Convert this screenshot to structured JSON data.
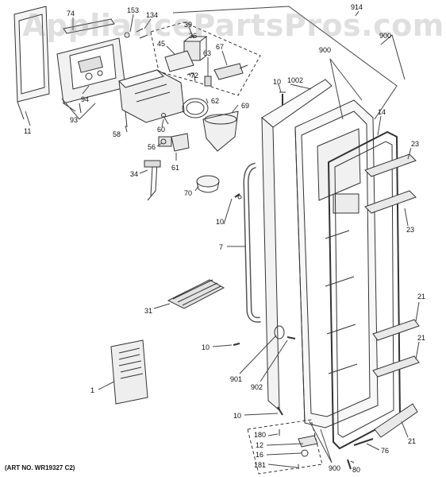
{
  "watermark": {
    "text": "AppliancePartsPros.com"
  },
  "art_number": "(ART NO. WR19327 C2)",
  "colors": {
    "line": "#333333",
    "label": "#111111",
    "watermark": "#9a9a9a"
  },
  "callouts": [
    {
      "id": "c914",
      "text": "914"
    },
    {
      "id": "c74",
      "text": "74"
    },
    {
      "id": "c153",
      "text": "153"
    },
    {
      "id": "c134",
      "text": "134"
    },
    {
      "id": "c39",
      "text": "39"
    },
    {
      "id": "c36",
      "text": "36"
    },
    {
      "id": "c900top",
      "text": "900"
    },
    {
      "id": "c900mid",
      "text": "900"
    },
    {
      "id": "c45",
      "text": "45"
    },
    {
      "id": "c67",
      "text": "67"
    },
    {
      "id": "c63",
      "text": "63"
    },
    {
      "id": "c72",
      "text": "72"
    },
    {
      "id": "c94",
      "text": "94"
    },
    {
      "id": "c93",
      "text": "93"
    },
    {
      "id": "c62",
      "text": "62"
    },
    {
      "id": "c69",
      "text": "69"
    },
    {
      "id": "c60",
      "text": "60"
    },
    {
      "id": "c58",
      "text": "58"
    },
    {
      "id": "c11",
      "text": "11"
    },
    {
      "id": "c10a",
      "text": "10"
    },
    {
      "id": "c1002",
      "text": "1002"
    },
    {
      "id": "c14",
      "text": "14"
    },
    {
      "id": "c56",
      "text": "56"
    },
    {
      "id": "c34",
      "text": "34"
    },
    {
      "id": "c61",
      "text": "61"
    },
    {
      "id": "c23a",
      "text": "23"
    },
    {
      "id": "c23b",
      "text": "23"
    },
    {
      "id": "c70",
      "text": "70"
    },
    {
      "id": "c10b",
      "text": "10"
    },
    {
      "id": "c7",
      "text": "7"
    },
    {
      "id": "c31",
      "text": "31"
    },
    {
      "id": "c21a",
      "text": "21"
    },
    {
      "id": "c21b",
      "text": "21"
    },
    {
      "id": "c10c",
      "text": "10"
    },
    {
      "id": "c901",
      "text": "901"
    },
    {
      "id": "c902",
      "text": "902"
    },
    {
      "id": "c1",
      "text": "1"
    },
    {
      "id": "c10d",
      "text": "10"
    },
    {
      "id": "c180",
      "text": "180"
    },
    {
      "id": "c12",
      "text": "12"
    },
    {
      "id": "c16",
      "text": "16"
    },
    {
      "id": "c181",
      "text": "181"
    },
    {
      "id": "c76",
      "text": "76"
    },
    {
      "id": "c21c",
      "text": "21"
    },
    {
      "id": "c80",
      "text": "80"
    },
    {
      "id": "c900bot",
      "text": "900"
    }
  ]
}
